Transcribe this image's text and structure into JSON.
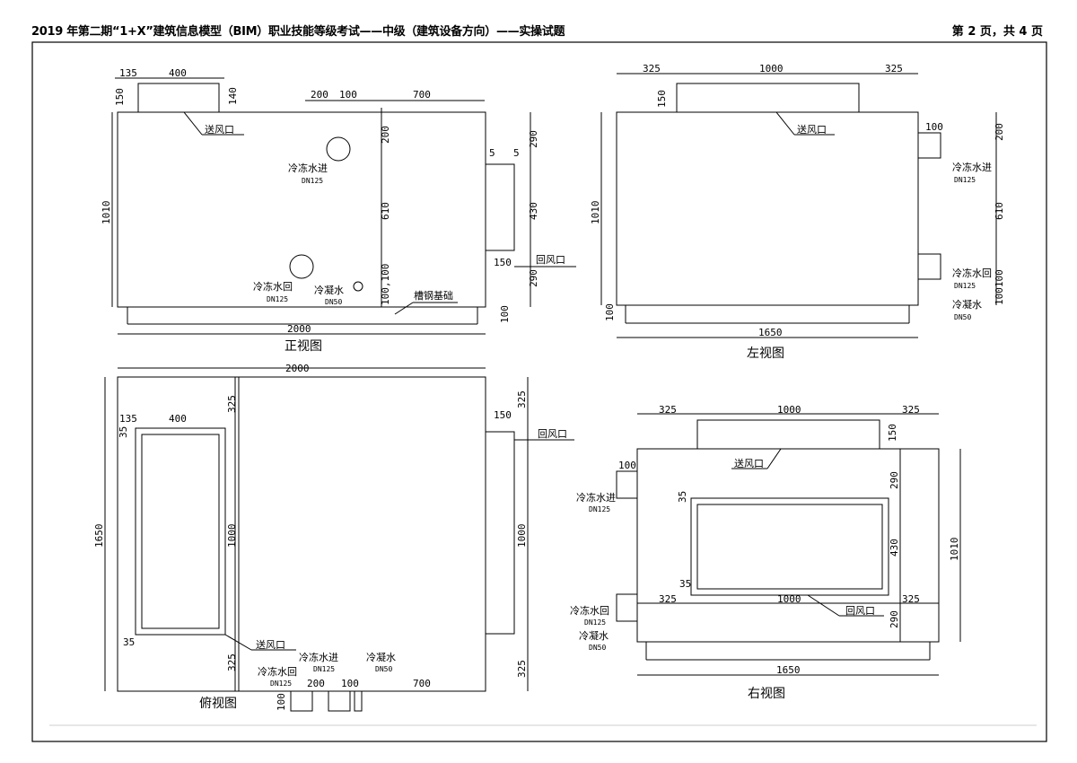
{
  "header": {
    "title": "2019 年第二期“1+X”建筑信息模型（BIM）职业技能等级考试——中级（建筑设备方向）——实操试题",
    "page": "第 2 页，共 4 页"
  },
  "labels": {
    "supply_outlet": "送风口",
    "return_outlet": "回风口",
    "chw_supply": "冷冻水进",
    "chw_return": "冷冻水回",
    "condensate": "冷凝水",
    "dn125": "DN125",
    "dn50": "DN50",
    "channel_base": "槽钢基础"
  },
  "views": {
    "front": "正视图",
    "left": "左视图",
    "top": "俯视图",
    "right": "右视图"
  },
  "dims": {
    "d5": "5",
    "d35": "35",
    "d100": "100",
    "d135": "135",
    "d140": "140",
    "d150": "150",
    "d200": "200",
    "d290": "290",
    "d325": "325",
    "d400": "400",
    "d430": "430",
    "d610": "610",
    "d700": "700",
    "d1000": "1000",
    "d1010": "1010",
    "d1650": "1650",
    "d2000": "2000",
    "d100_100": "100100",
    "d100_100_b": "100,100"
  }
}
